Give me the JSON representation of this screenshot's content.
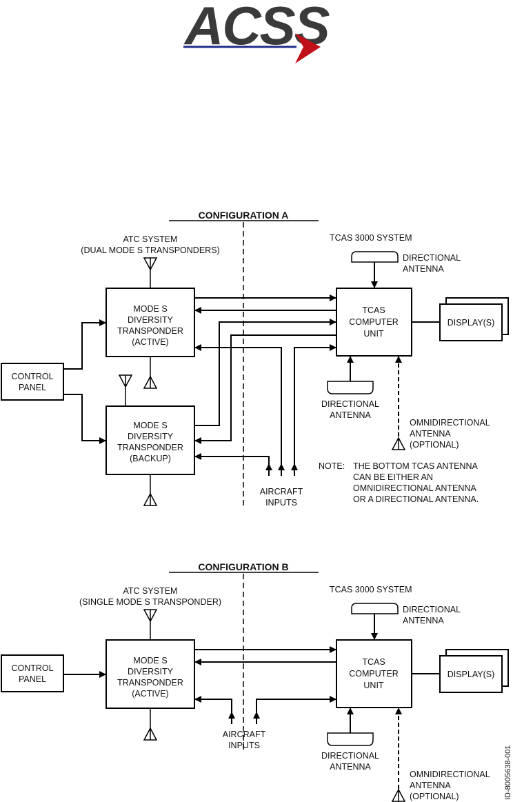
{
  "logo": {
    "text": "ACSS",
    "text_color": "#3a3a3a",
    "underline_color": "#1f2f8a",
    "arrow_color": "#c0101a"
  },
  "doc_id": "ID-8005638-001",
  "config_a": {
    "title": "CONFIGURATION A",
    "atc_label": [
      "ATC SYSTEM",
      "(DUAL MODE S TRANSPONDERS)"
    ],
    "tcas_label": "TCAS 3000 SYSTEM",
    "control_panel": [
      "CONTROL",
      "PANEL"
    ],
    "transponder_active": [
      "MODE S",
      "DIVERSITY",
      "TRANSPONDER",
      "(ACTIVE)"
    ],
    "transponder_backup": [
      "MODE S",
      "DIVERSITY",
      "TRANSPONDER",
      "(BACKUP)"
    ],
    "tcas_unit": [
      "TCAS",
      "COMPUTER",
      "UNIT"
    ],
    "display": "DISPLAY(S)",
    "top_antenna": [
      "DIRECTIONAL",
      "ANTENNA"
    ],
    "bottom_antenna": [
      "DIRECTIONAL",
      "ANTENNA"
    ],
    "omni_antenna": [
      "OMNIDIRECTIONAL",
      "ANTENNA",
      "(OPTIONAL)"
    ],
    "aircraft_inputs": [
      "AIRCRAFT",
      "INPUTS"
    ],
    "note_prefix": "NOTE:",
    "note": [
      "THE BOTTOM TCAS ANTENNA",
      "CAN BE EITHER AN",
      "OMNIDIRECTIONAL ANTENNA",
      "OR A DIRECTIONAL ANTENNA."
    ]
  },
  "config_b": {
    "title": "CONFIGURATION B",
    "atc_label": [
      "ATC SYSTEM",
      "(SINGLE MODE S TRANSPONDER)"
    ],
    "tcas_label": "TCAS 3000 SYSTEM",
    "control_panel": [
      "CONTROL",
      "PANEL"
    ],
    "transponder_active": [
      "MODE S",
      "DIVERSITY",
      "TRANSPONDER",
      "(ACTIVE)"
    ],
    "tcas_unit": [
      "TCAS",
      "COMPUTER",
      "UNIT"
    ],
    "display": "DISPLAY(S)",
    "top_antenna": [
      "DIRECTIONAL",
      "ANTENNA"
    ],
    "bottom_antenna": [
      "DIRECTIONAL",
      "ANTENNA"
    ],
    "omni_antenna": [
      "OMNIDIRECTIONAL",
      "ANTENNA",
      "(OPTIONAL)"
    ],
    "aircraft_inputs": [
      "AIRCRAFT",
      "INPUTS"
    ]
  }
}
